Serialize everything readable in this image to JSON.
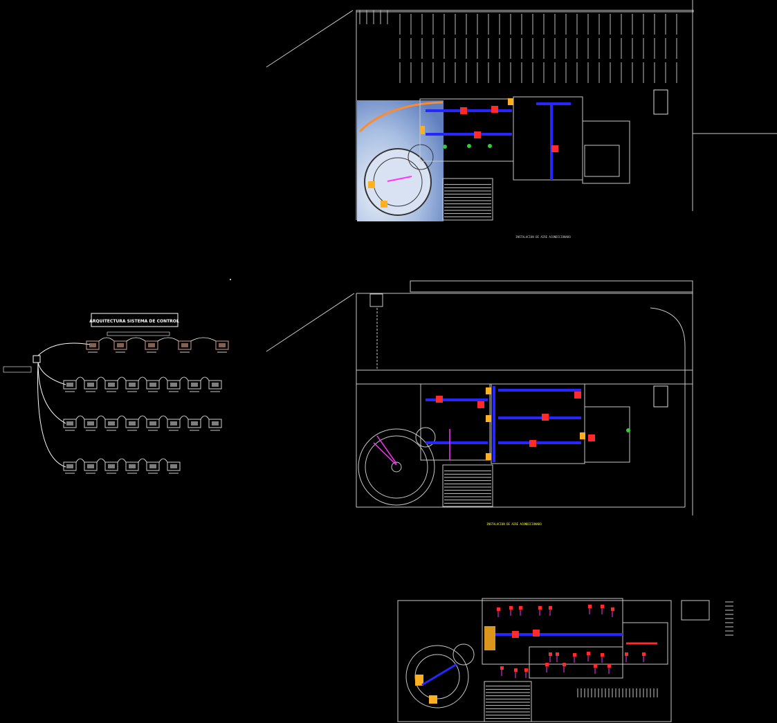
{
  "drawing": {
    "control_diagram": {
      "title": "ARQUITECTURA SISTEMA DE CONTROL"
    },
    "plan_labels": {
      "upper_plan": "INSTALACION DE AIRE ACONDICIONADO",
      "middle_plan": "INSTALACION DE AIRE ACONDICIONADO"
    },
    "colors": {
      "background": "#000000",
      "linework": "#c8c8c8",
      "duct": "#2626ff",
      "equipment": "#ff2a2a",
      "magenta": "#ff33ff",
      "units": "#ffb020",
      "green": "#33cc33",
      "label_yellow": "#ffff33",
      "sky": "#9fb8dd"
    }
  }
}
